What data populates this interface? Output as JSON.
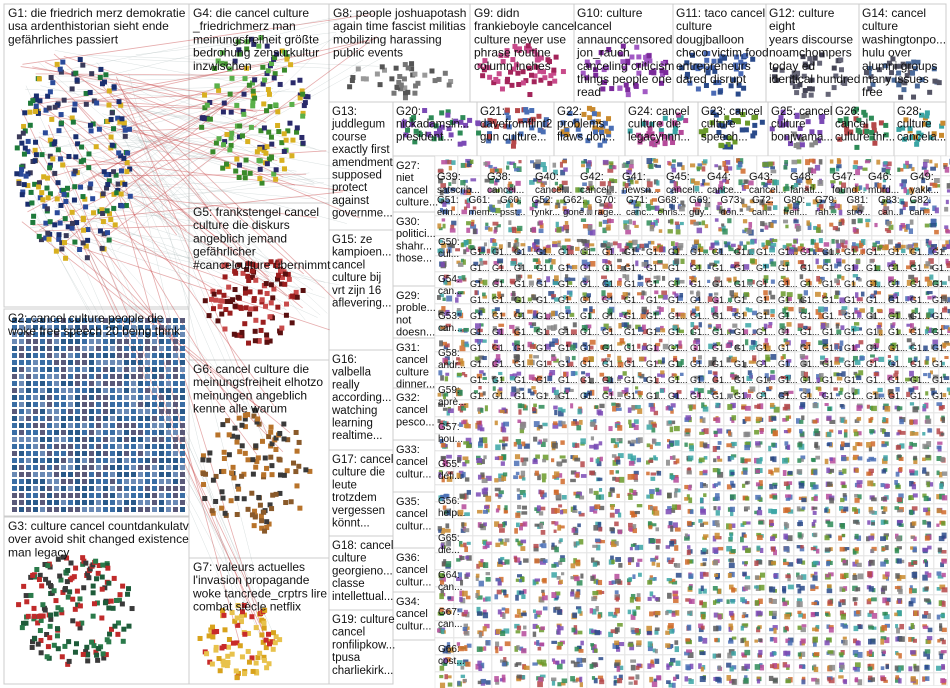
{
  "groups": [
    {
      "id": "G1",
      "lines": [
        "G1: die friedrich merz demokratie",
        "usa ardenthistorian sieht ende",
        "gefährliches passiert"
      ],
      "color": "#1a2e6e"
    },
    {
      "id": "G2",
      "lines": [
        "G2: cancel culture people die",
        "woke free speech 20 being think"
      ],
      "color": "#3a6ea5"
    },
    {
      "id": "G3",
      "lines": [
        "G3: culture cancel countdankulatv",
        "over avoid shit changed existence",
        "man legacy"
      ],
      "color": "#1e5c3a"
    },
    {
      "id": "G4",
      "lines": [
        "G4: die cancel culture",
        "_friedrichmerz man",
        "meinungsfreiheit größte",
        "bedrohung zensurkultur",
        "inzwischen"
      ],
      "color": "#3a8a2a"
    },
    {
      "id": "G5",
      "lines": [
        "G5: frankstengel cancel",
        "culture die diskurs",
        "angeblich jemand",
        "gefährlicher",
        "#cancelculture übernimmt"
      ],
      "color": "#9a1e1e"
    },
    {
      "id": "G6",
      "lines": [
        "G6: cancel culture die",
        "meinungsfreiheit elhotzo",
        "meinungen angeblich",
        "kenne alle warum"
      ],
      "color": "#b8732a"
    },
    {
      "id": "G7",
      "lines": [
        "G7: valeurs actuelles",
        "l'invasion propagande",
        "woke tancrede_crptrs lire",
        "combat siècle netflix"
      ],
      "color": "#d8a21c"
    },
    {
      "id": "G8",
      "lines": [
        "G8: people joshuapotash",
        "again time fascist militias",
        "mobilizing harassing",
        "public events"
      ],
      "color": "#777"
    },
    {
      "id": "G9",
      "lines": [
        "G9: didn",
        "frankieboyle cancel",
        "culture never use",
        "phrase routine",
        "column inches"
      ],
      "color": "#a3245a"
    },
    {
      "id": "G10",
      "lines": [
        "G10: culture",
        "cancel",
        "annaunccensored",
        "jon_rauch",
        "canceling criticism",
        "things people one",
        "read"
      ],
      "color": "#7a2a9a"
    },
    {
      "id": "G11",
      "lines": [
        "G11: taco cancel",
        "culture",
        "dougjballoon",
        "choco victim food",
        "entrepreneurs",
        "dared disrupt"
      ],
      "color": "#2a4a8a"
    },
    {
      "id": "G12",
      "lines": [
        "G12: culture",
        "eight",
        "years discourse",
        "noamchompers",
        "today ed",
        "identical hundred"
      ],
      "color": "#445"
    },
    {
      "id": "G13",
      "lines": [
        "G13:",
        "juddlegum",
        "course",
        "exactly first",
        "amendment",
        "supposed",
        "protect",
        "against",
        "governme..."
      ],
      "color": "#555"
    },
    {
      "id": "G14",
      "lines": [
        "G14: cancel",
        "culture",
        "washingtonpo...",
        "hulu over",
        "alumni groups",
        "many issues",
        "free"
      ],
      "color": "#556"
    },
    {
      "id": "G15",
      "lines": [
        "G15: ze",
        "kampioen...",
        "cancel",
        "culture bij",
        "vrt zijn 16",
        "aflevering..."
      ],
      "color": "#555"
    },
    {
      "id": "G16",
      "lines": [
        "G16:",
        "valbella",
        "really",
        "according...",
        "watching",
        "learning",
        "realtime..."
      ],
      "color": "#555"
    },
    {
      "id": "G17",
      "lines": [
        "G17: cancel",
        "culture die",
        "leute",
        "trotzdem",
        "vergessen",
        "könnt..."
      ],
      "color": "#555"
    },
    {
      "id": "G18",
      "lines": [
        "G18: cancel",
        "culture",
        "georgieno...",
        "classe",
        "intellettual..."
      ],
      "color": "#555"
    },
    {
      "id": "G19",
      "lines": [
        "G19: culture",
        "cancel",
        "ronfilipkow...",
        "tpusa",
        "charliekirk..."
      ],
      "color": "#555"
    },
    {
      "id": "G20",
      "lines": [
        "G20:",
        "nickadamsin...",
        "president..."
      ],
      "color": "#555"
    },
    {
      "id": "G21",
      "lines": [
        "G21:",
        "davefromflint2",
        "gun culture..."
      ],
      "color": "#555"
    },
    {
      "id": "G22",
      "lines": [
        "G22:",
        "problems",
        "flaws don..."
      ],
      "color": "#555"
    },
    {
      "id": "G23",
      "lines": [
        "G23: cancel",
        "culture",
        "speech..."
      ],
      "color": "#555"
    },
    {
      "id": "G24",
      "lines": [
        "G24: cancel",
        "culture die",
        "legacynnn..."
      ],
      "color": "#555"
    },
    {
      "id": "G25",
      "lines": [
        "G25: cancel",
        "culture",
        "bonjwama..."
      ],
      "color": "#555"
    },
    {
      "id": "G26",
      "lines": [
        "G26:",
        "cancel",
        "culture thr..."
      ],
      "color": "#555"
    },
    {
      "id": "G28",
      "lines": [
        "G28:",
        "culture",
        "cancela..."
      ],
      "color": "#555"
    },
    {
      "id": "G27",
      "lines": [
        "G27:",
        "niet",
        "cancel",
        "culture..."
      ],
      "color": "#555"
    },
    {
      "id": "G30",
      "lines": [
        "G30:",
        "politici...",
        "shahr...",
        "those..."
      ],
      "color": "#555"
    },
    {
      "id": "G29",
      "lines": [
        "G29:",
        "proble...",
        "not",
        "doesn..."
      ],
      "color": "#555"
    },
    {
      "id": "G31",
      "lines": [
        "G31:",
        "cancel",
        "culture",
        "dinner..."
      ],
      "color": "#555"
    },
    {
      "id": "G32",
      "lines": [
        "G32:",
        "cancel",
        "pesco..."
      ],
      "color": "#555"
    },
    {
      "id": "G33",
      "lines": [
        "G33:",
        "cancel",
        "cultur..."
      ],
      "color": "#555"
    },
    {
      "id": "G35",
      "lines": [
        "G35:",
        "cancel",
        "cultur..."
      ],
      "color": "#555"
    },
    {
      "id": "G36",
      "lines": [
        "G36:",
        "cancel",
        "cultur..."
      ],
      "color": "#555"
    },
    {
      "id": "G34",
      "lines": [
        "G34:",
        "cancel",
        "cultur..."
      ],
      "color": "#555"
    }
  ],
  "small_headers": {
    "row1": [
      "G39: satscrib...",
      "G38: cancel...",
      "G40: cancel...",
      "G42: cancel...",
      "G41: newsn...",
      "G45: cancel...",
      "G44: cance...",
      "G43: cancel...",
      "G48: fanati...",
      "G47: found...",
      "G46: murd...",
      "G49: yakk..."
    ],
    "row2": [
      "G51: erin...",
      "G61: mem...",
      "G60: psst...",
      "G52: rynkr...",
      "G62: gone...",
      "G70: rage...",
      "G71: canc...",
      "G68: chris...",
      "G69: guy...",
      "G73: don...",
      "G72: can...",
      "G80: freif...",
      "G79: rah...",
      "G81: stro...",
      "G83: can...",
      "G82: can..."
    ],
    "left_col": [
      "G50: cul...",
      "G54: can...",
      "G53: can...",
      "G58: andr...",
      "G59: aprè...",
      "G57: hou...",
      "G55: défi...",
      "G56: help...",
      "G65: die...",
      "G64: can...",
      "G67: can...",
      "G66: cost..."
    ]
  },
  "title": "G1: die friedrich merz demokratie"
}
